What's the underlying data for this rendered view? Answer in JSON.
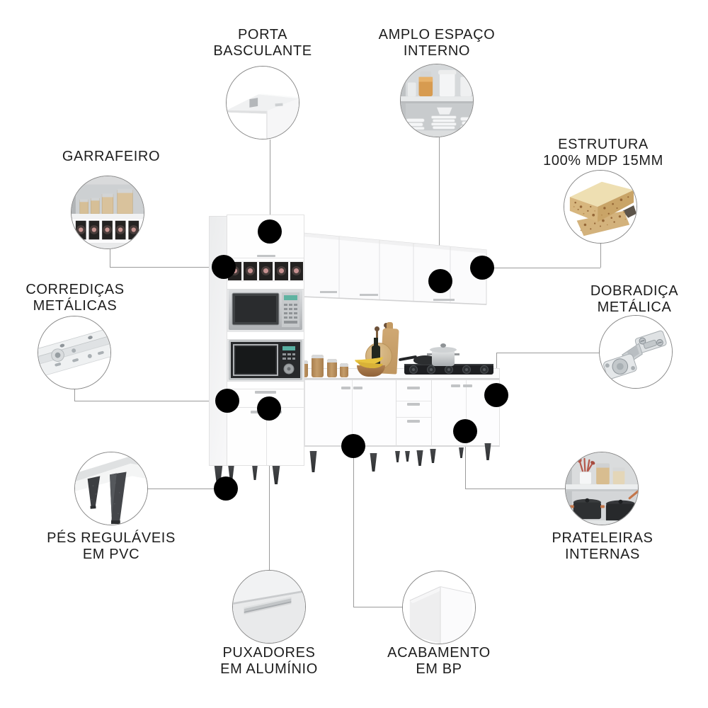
{
  "page": {
    "background": "#ffffff",
    "product": "white modular kitchen cabinet set",
    "colors": {
      "anchor_dot": "#000000",
      "leader_line": "#9b9b9b",
      "label_text": "#1d1d1d",
      "cabinet_white": "#ffffff",
      "cabinet_border": "#e1e1e2",
      "mdp_wood": "#d7b67e",
      "display_green": "#5fb3a1",
      "wine_cap_pink": "#c79190",
      "banana_yellow": "#e8c440",
      "copper_handle": "#c4764a"
    }
  },
  "callouts": [
    {
      "id": "porta-basculante",
      "icon": "flip-door-image",
      "lines": [
        "PORTA",
        "BASCULANTE"
      ]
    },
    {
      "id": "amplo-espaco-interno",
      "icon": "inner-space-image",
      "lines": [
        "AMPLO ESPAÇO",
        "INTERNO"
      ]
    },
    {
      "id": "garrafeiro",
      "icon": "bottle-rack-image",
      "lines": [
        "GARRAFEIRO"
      ]
    },
    {
      "id": "estrutura-mdp",
      "icon": "mdp-board-image",
      "lines": [
        "ESTRUTURA",
        "100% MDP 15MM"
      ]
    },
    {
      "id": "corredicas-metalicas",
      "icon": "drawer-slide-image",
      "lines": [
        "CORREDIÇAS",
        "METÁLICAS"
      ]
    },
    {
      "id": "dobradica-metalica",
      "icon": "metal-hinge-image",
      "lines": [
        "DOBRADIÇA",
        "METÁLICA"
      ]
    },
    {
      "id": "pes-regulaveis",
      "icon": "adjustable-feet-image",
      "lines": [
        "PÉS REGULÁVEIS",
        "EM PVC"
      ]
    },
    {
      "id": "prateleiras-internas",
      "icon": "internal-shelves-image",
      "lines": [
        "PRATELEIRAS",
        "INTERNAS"
      ]
    },
    {
      "id": "puxadores-aluminio",
      "icon": "aluminum-handle-image",
      "lines": [
        "PUXADORES",
        "EM ALUMÍNIO"
      ]
    },
    {
      "id": "acabamento-bp",
      "icon": "bp-finish-image",
      "lines": [
        "ACABAMENTO",
        "EM BP"
      ]
    }
  ]
}
